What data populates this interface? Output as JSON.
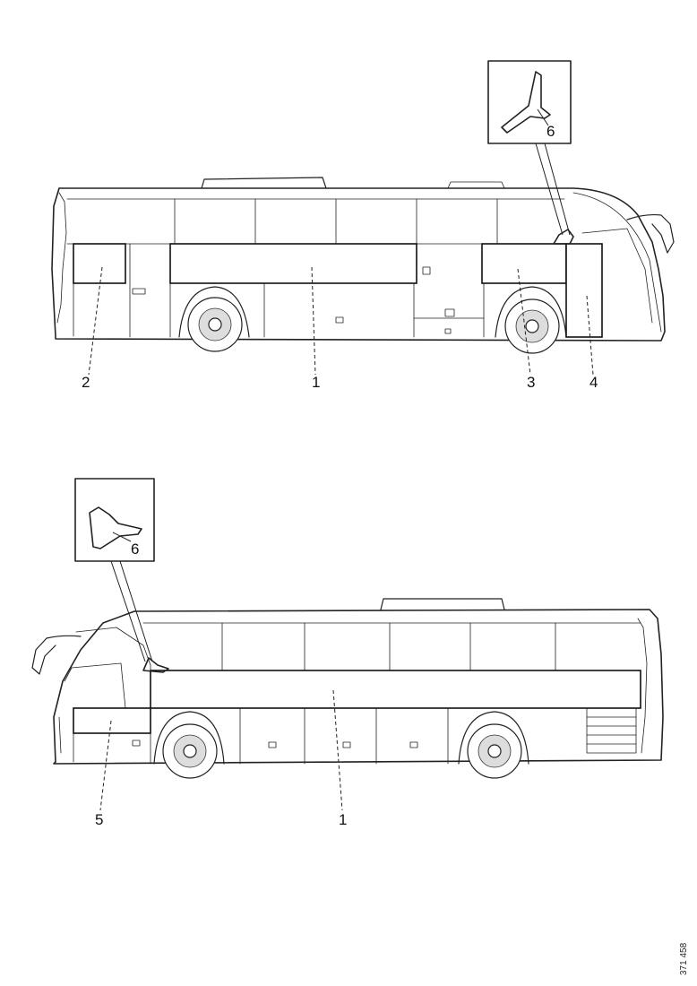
{
  "figure_id": "371 458",
  "top_view": {
    "callouts": [
      "1",
      "2",
      "3",
      "4"
    ],
    "inset_callout": "6"
  },
  "bottom_view": {
    "callouts": [
      "1",
      "5"
    ],
    "inset_callout": "6"
  }
}
